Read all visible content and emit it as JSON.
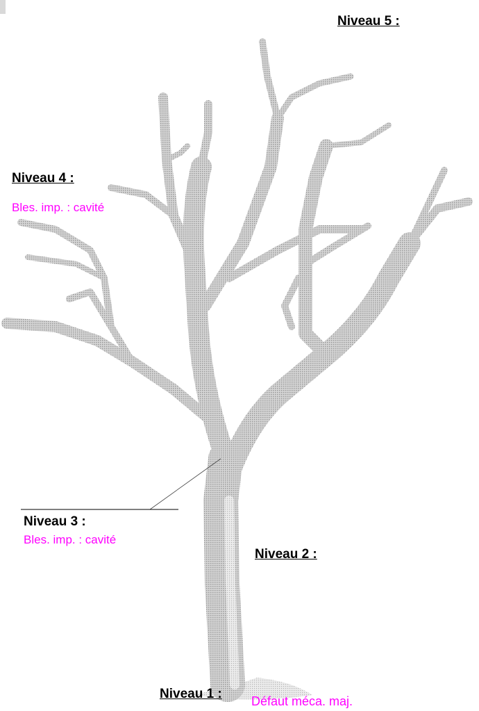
{
  "levels": {
    "level5": {
      "title": "Niveau 5 :"
    },
    "level4": {
      "title": "Niveau 4 :",
      "note": "Bles. imp. : cavité"
    },
    "level3": {
      "title": "Niveau 3 :",
      "note": "Bles. imp. : cavité"
    },
    "level2": {
      "title": "Niveau 2 :"
    },
    "level1": {
      "title": "Niveau 1 :",
      "note": "Défaut méca. maj."
    }
  },
  "colors": {
    "label": "#000000",
    "note": "#ff00ff",
    "tree_dark": "#8c8c8c",
    "tree_light": "#c8c8c8"
  }
}
